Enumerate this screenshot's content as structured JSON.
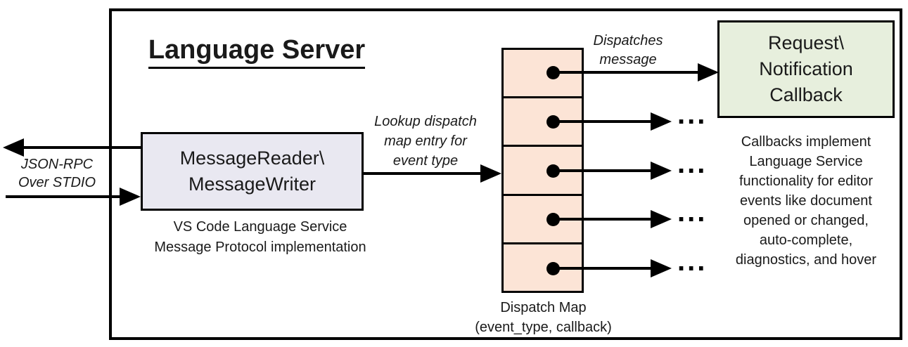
{
  "title": "Language Server",
  "colors": {
    "reader_fill": "#e9e8f1",
    "dispatch_map_fill": "#fce4d6",
    "callback_fill": "#e7efdd",
    "line": "#000000"
  },
  "left_io": {
    "label_line1": "JSON-RPC",
    "label_line2": "Over STDIO"
  },
  "reader_box": {
    "line1": "MessageReader\\",
    "line2": "MessageWriter",
    "caption_line1": "VS Code Language Service",
    "caption_line2": "Message Protocol implementation"
  },
  "lookup_label": {
    "line1": "Lookup dispatch",
    "line2": "map entry for",
    "line3": "event type"
  },
  "dispatches_label": {
    "line1": "Dispatches",
    "line2": "message"
  },
  "dispatch_map": {
    "rows": 5,
    "caption_line1": "Dispatch Map",
    "caption_line2": "(event_type, callback)"
  },
  "callback_box": {
    "line1": "Request\\",
    "line2": "Notification",
    "line3": "Callback"
  },
  "callback_note": {
    "lines": [
      "Callbacks implement",
      "Language Service",
      "functionality for editor",
      "events like document",
      "opened or changed,",
      "auto-complete,",
      "diagnostics, and hover"
    ]
  },
  "ellipsis": "..."
}
